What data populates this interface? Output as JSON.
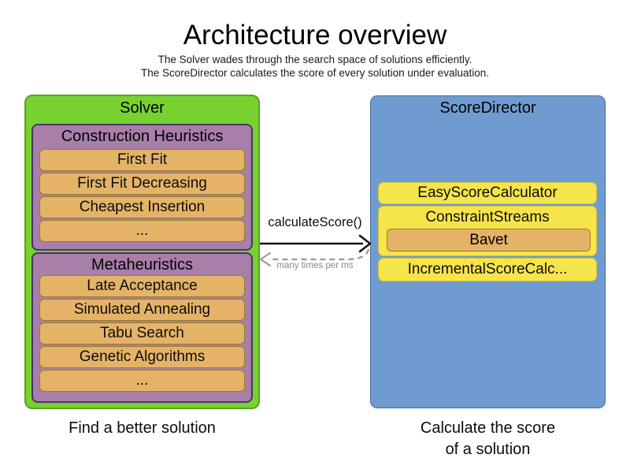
{
  "header": {
    "title": "Architecture overview",
    "subtitle_line1": "The Solver wades through the search space of solutions efficiently.",
    "subtitle_line2": "The ScoreDirector calculates the score of every solution under evaluation."
  },
  "solver": {
    "title": "Solver",
    "caption": "Find a better solution",
    "construction_heuristics": {
      "title": "Construction Heuristics",
      "items": [
        "First Fit",
        "First Fit Decreasing",
        "Cheapest Insertion",
        "..."
      ]
    },
    "metaheuristics": {
      "title": "Metaheuristics",
      "items": [
        "Late Acceptance",
        "Simulated Annealing",
        "Tabu Search",
        "Genetic Algorithms",
        "..."
      ]
    }
  },
  "score_director": {
    "title": "ScoreDirector",
    "caption_line1": "Calculate the score",
    "caption_line2": "of a solution",
    "easy_score_calculator": "EasyScoreCalculator",
    "constraint_streams": "ConstraintStreams",
    "bavet": "Bavet",
    "incremental_score_calculator": "IncrementalScoreCalc..."
  },
  "interaction": {
    "call_label": "calculateScore()",
    "frequency_label": "many times per ms"
  },
  "colors": {
    "solver_green": "#77D22F",
    "solver_green_border": "#55A422",
    "phase_purple": "#A87FA8",
    "phase_purple_border": "#473569",
    "algorithm_orange": "#E5B367",
    "algorithm_orange_border": "#9B7C22",
    "score_director_blue": "#6F9BD0",
    "score_director_blue_border": "#46719F",
    "calculator_yellow": "#F6E44B",
    "calculator_yellow_border": "#CFC23B",
    "arrow_black": "#111111",
    "arrow_gray": "#999999"
  }
}
